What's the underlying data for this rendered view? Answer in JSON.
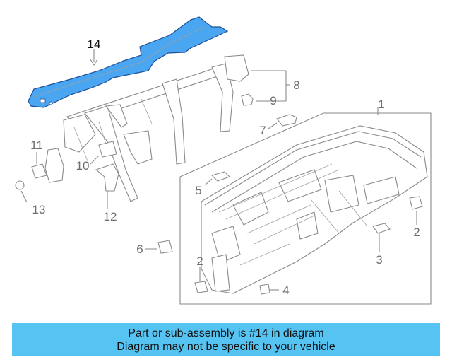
{
  "diagram": {
    "callouts": [
      "14",
      "8",
      "9",
      "1",
      "7",
      "11",
      "10",
      "5",
      "13",
      "12",
      "2",
      "6",
      "3",
      "2",
      "4"
    ],
    "highlight_color": "#4aa6f0"
  },
  "banner": {
    "line1": "Part or sub-assembly is #14 in diagram",
    "line2": "Diagram may not be specific to your vehicle",
    "background": "#55c4f2"
  }
}
